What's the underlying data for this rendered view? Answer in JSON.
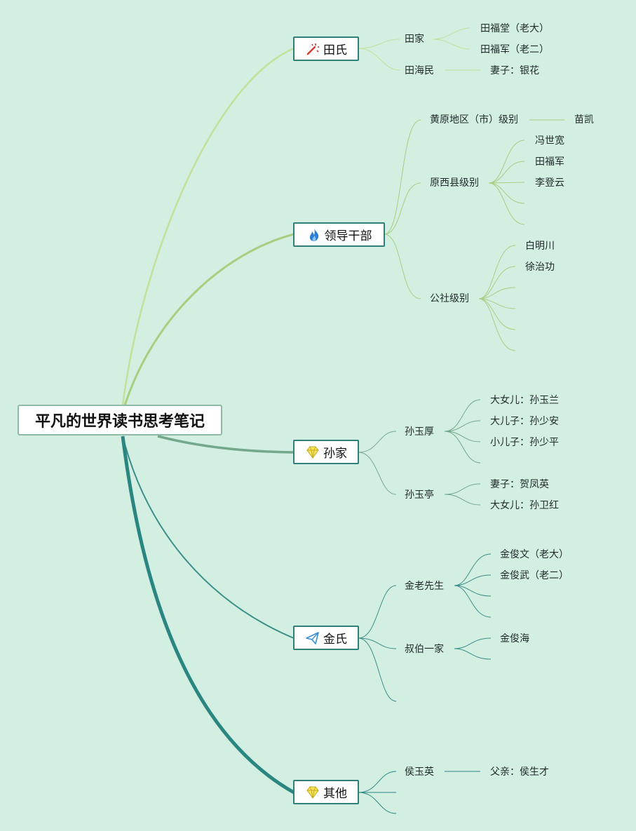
{
  "root": {
    "title": "平凡的世界读书思考笔记"
  },
  "branches": [
    {
      "label": "田氏",
      "icon": "magic-wand-icon"
    },
    {
      "label": "领导干部",
      "icon": "fire-icon"
    },
    {
      "label": "孙家",
      "icon": "diamond-icon"
    },
    {
      "label": "金氏",
      "icon": "paper-plane-icon"
    },
    {
      "label": "其他",
      "icon": "diamond-icon"
    }
  ],
  "tian": {
    "tianjia": "田家",
    "futang": "田福堂（老大）",
    "fujun": "田福军（老二）",
    "haimin": "田海民",
    "wife": "妻子：银花"
  },
  "leaders": {
    "huangyuan": "黄原地区（市）级别",
    "miaokai": "苗凯",
    "yuanxi": "原西县级别",
    "fengshikuan": "冯世宽",
    "tianfujun": "田福军",
    "lidengyun": "李登云",
    "gongshe": "公社级别",
    "baimingchuan": "白明川",
    "xuzhigong": "徐治功"
  },
  "sun": {
    "yuhou": "孙玉厚",
    "daughter1": "大女儿：孙玉兰",
    "son1": "大儿子：孙少安",
    "son2": "小儿子：孙少平",
    "yuting": "孙玉亭",
    "wife": "妻子：贺凤英",
    "daughter2": "大女儿：孙卫红"
  },
  "jin": {
    "laoxiansheng": "金老先生",
    "junwen": "金俊文（老大）",
    "junwu": "金俊武（老二）",
    "shubo": "叔伯一家",
    "junhai": "金俊海"
  },
  "other": {
    "houyuying": "侯玉英",
    "father": "父亲：侯生才"
  },
  "colors": {
    "background": "#d3efe2",
    "tian": "#c2e29a",
    "leaders": "#a6cf80",
    "sun": "#74a88a",
    "jin": "#3c8f88",
    "other": "#2a8680",
    "box_border": "#2f7f7a"
  }
}
